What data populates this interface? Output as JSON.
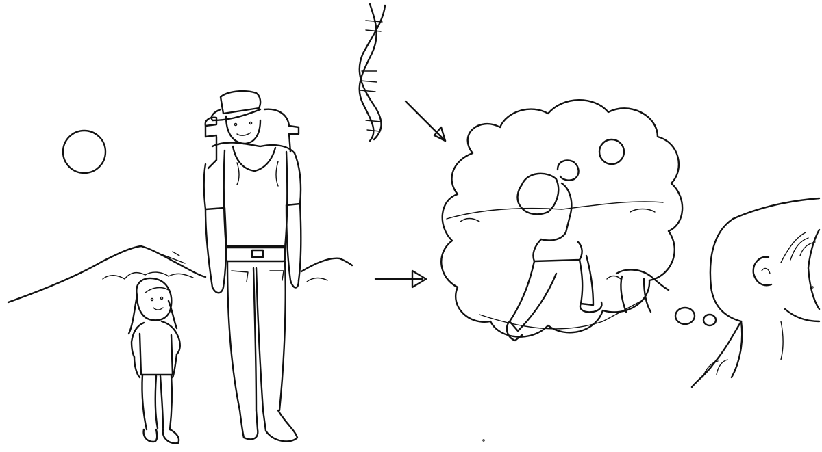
{
  "illustration": {
    "style": "black ink line drawing on white",
    "ink_color": "#111111",
    "background_color": "#ffffff",
    "scene_elements": [
      "sun-icon",
      "mountains",
      "child-figure",
      "adult-hiker-figure",
      "dna-helix-icon",
      "arrow-icon",
      "thought-cloud",
      "child-head-profile"
    ]
  }
}
